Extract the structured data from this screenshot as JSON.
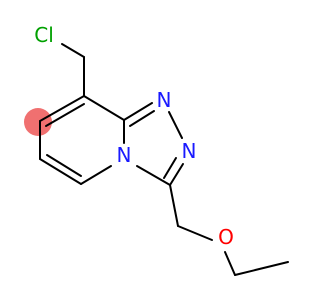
{
  "molecule": {
    "atom_labels": {
      "cl": "Cl",
      "n1": "N",
      "n2": "N",
      "n3": "N",
      "o": "O"
    },
    "colors": {
      "bond": "#000000",
      "cl": "#00a000",
      "nitrogen": "#1a1aff",
      "oxygen": "#ff0000",
      "highlight": "#f07070"
    }
  }
}
